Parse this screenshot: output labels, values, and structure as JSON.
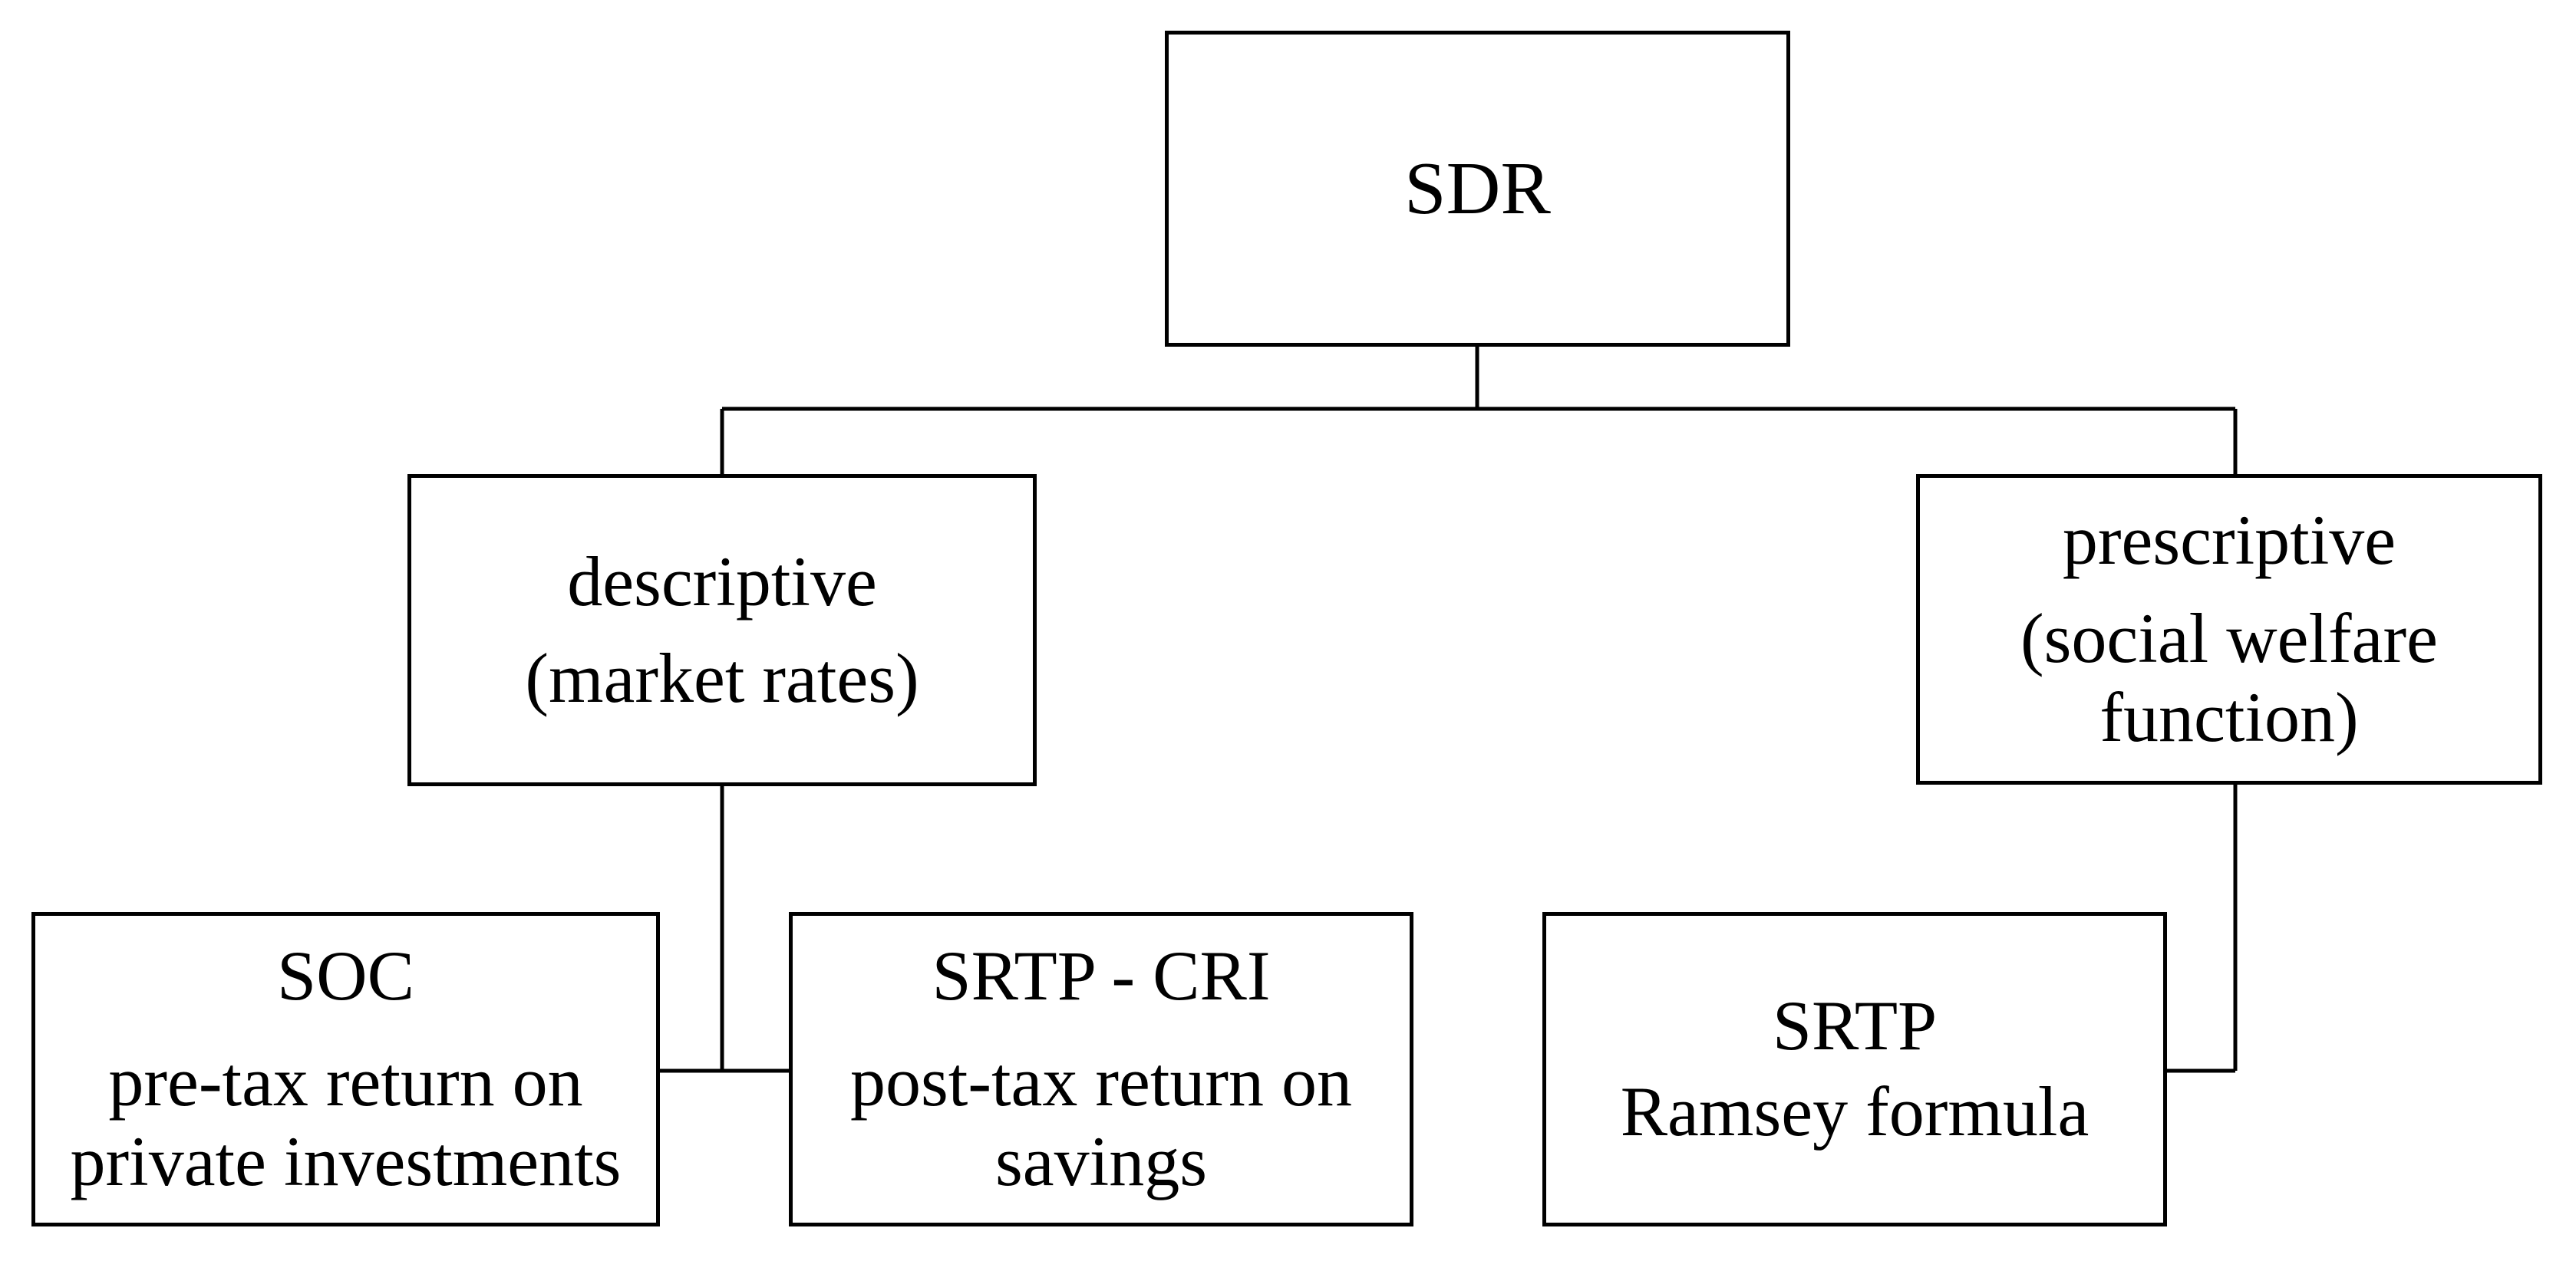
{
  "diagram": {
    "root": {
      "label": "SDR"
    },
    "descriptive": {
      "line1": "descriptive",
      "line2": "(market rates)"
    },
    "prescriptive": {
      "line1": "prescriptive",
      "line2": "(social welfare",
      "line3": "function)"
    },
    "soc": {
      "title": "SOC",
      "line1": "pre-tax return on",
      "line2": "private investments"
    },
    "srtp_cri": {
      "title": "SRTP - CRI",
      "line1": "post-tax return on",
      "line2": "savings"
    },
    "srtp": {
      "title": "SRTP",
      "line1": "Ramsey formula"
    },
    "colors": {
      "line": "#000000",
      "background": "#ffffff"
    }
  }
}
